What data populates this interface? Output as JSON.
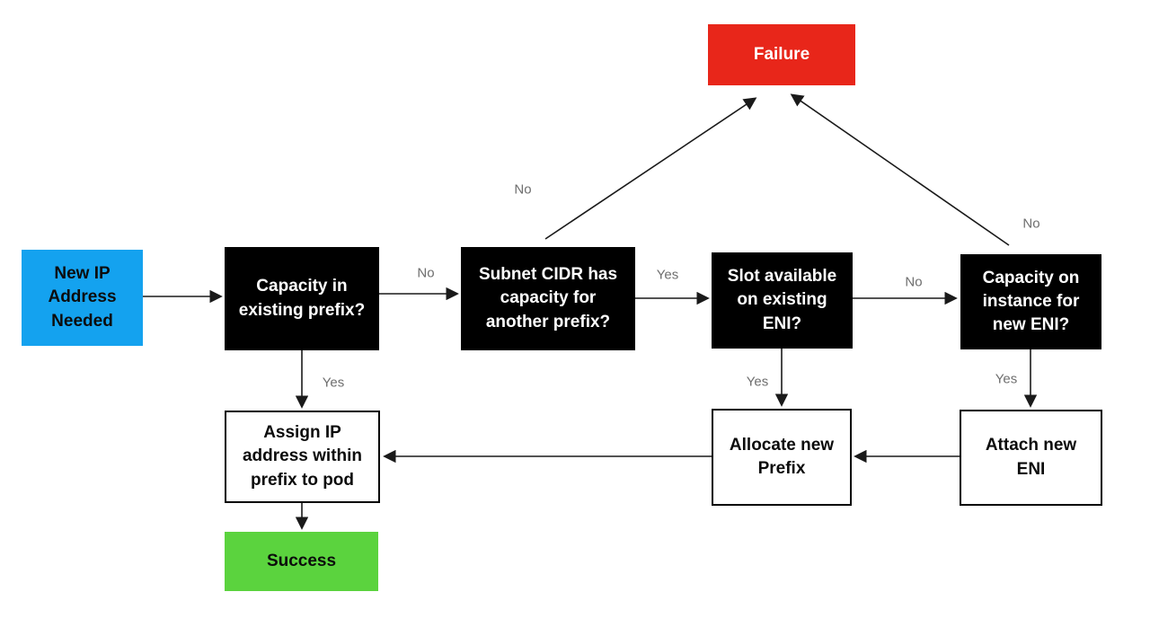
{
  "diagram": {
    "type": "flowchart",
    "subject": "New IP address allocation flow (prefix / ENI capacity decisions)",
    "colors": {
      "canvas_bg": "#ffffff",
      "start_fill": "#14a2ef",
      "decision_fill": "#000000",
      "decision_text": "#ffffff",
      "process_fill": "#ffffff",
      "process_border": "#000000",
      "failure_fill": "#e8261a",
      "success_fill": "#5bd33e",
      "edge_label": "#6e6e6e",
      "arrow": "#1a1a1a"
    },
    "nodes": {
      "start": {
        "type": "start",
        "label": "New IP\nAddress\nNeeded"
      },
      "capacity_existing_prefix": {
        "type": "decision",
        "label": "Capacity in\nexisting prefix?"
      },
      "subnet_cidr_capacity": {
        "type": "decision",
        "label": "Subnet CIDR has\ncapacity for\nanother prefix?"
      },
      "slot_available_eni": {
        "type": "decision",
        "label": "Slot available\non existing\nENI?"
      },
      "capacity_for_new_eni": {
        "type": "decision",
        "label": "Capacity on\ninstance for\nnew ENI?"
      },
      "failure": {
        "type": "terminal",
        "label": "Failure"
      },
      "assign_ip": {
        "type": "process",
        "label": "Assign IP\naddress within\nprefix to pod"
      },
      "allocate_prefix": {
        "type": "process",
        "label": "Allocate new\nPrefix"
      },
      "attach_eni": {
        "type": "process",
        "label": "Attach new\nENI"
      },
      "success": {
        "type": "terminal",
        "label": "Success"
      }
    },
    "edge_labels": {
      "no_to_subnet_cidr": "No",
      "yes_to_slot_available": "Yes",
      "no_to_capacity_new_eni": "No",
      "no_subnet_to_failure": "No",
      "no_new_eni_to_failure": "No",
      "yes_to_assign_ip": "Yes",
      "yes_to_allocate_prefix": "Yes",
      "yes_to_attach_eni": "Yes"
    }
  }
}
